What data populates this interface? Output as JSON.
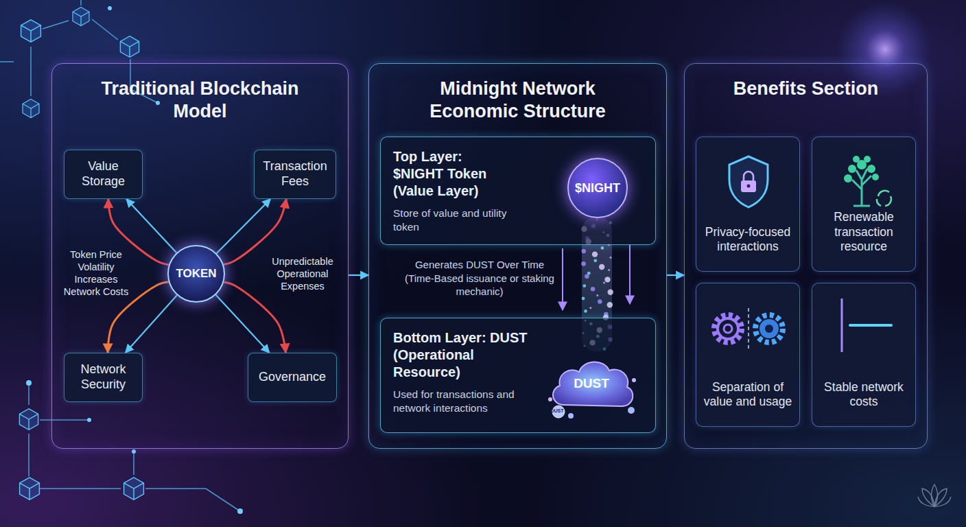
{
  "diagram": {
    "nodes": [
      {
        "text": [
          "Traditional Blockchain Model"
        ]
      },
      {
        "text": [
          "Value Storage"
        ],
        "in": 0
      },
      {
        "text": [
          "Transaction Fees"
        ],
        "in": 0
      },
      {
        "text": [
          "TOKEN"
        ],
        "in": 0
      },
      {
        "text": [
          "Network Security"
        ],
        "in": 0
      },
      {
        "text": [
          "Governance"
        ],
        "in": 0
      },
      {
        "text": [
          "Midnight Network Economic Structure"
        ]
      },
      {
        "text": [
          "Top Layer: $NIGHT Token (Value Layer)",
          "Store of value and utility token"
        ],
        "in": 6
      },
      {
        "text": [
          "$NIGHT"
        ],
        "in": 7
      },
      {
        "text": [
          "Bottom Layer: DUST (Operational Resource)",
          "Used for transactions and network interactions"
        ],
        "in": 6
      },
      {
        "text": [
          "DUST"
        ],
        "in": 9
      },
      {
        "text": [
          "Benefits Section"
        ]
      },
      {
        "text": [
          "Privacy-focused interactions"
        ],
        "in": 11
      },
      {
        "text": [
          "Renewable transaction resource"
        ],
        "in": 11
      },
      {
        "text": [
          "Separation of value and usage"
        ],
        "in": 11
      },
      {
        "text": [
          "Stable network costs"
        ],
        "in": 11
      }
    ],
    "edges": [
      {
        "from": 3,
        "to": 1,
        "arrow": "to"
      },
      {
        "from": 3,
        "to": 2,
        "arrow": "to"
      },
      {
        "from": 3,
        "to": 4,
        "arrow": "to"
      },
      {
        "from": 3,
        "to": 5,
        "arrow": "to"
      },
      {
        "from": 3,
        "to": 1,
        "arrow": "to"
      },
      {
        "from": 3,
        "to": 2,
        "arrow": "to"
      },
      {
        "from": 3,
        "to": 4,
        "arrow": "to"
      },
      {
        "from": 3,
        "to": 5,
        "arrow": "to"
      },
      {
        "from": 0,
        "to": 6,
        "arrow": "to"
      },
      {
        "from": 7,
        "to": 9,
        "label": "Generates DUST Over Time (Time-Based issuance or staking mechanic)",
        "arrow": "to"
      },
      {
        "from": 6,
        "to": 11,
        "arrow": "to"
      }
    ],
    "labels": [
      "Token Price Volatility Increases Network Costs",
      "Unpredictable Operational Expenses",
      "DUST"
    ]
  }
}
